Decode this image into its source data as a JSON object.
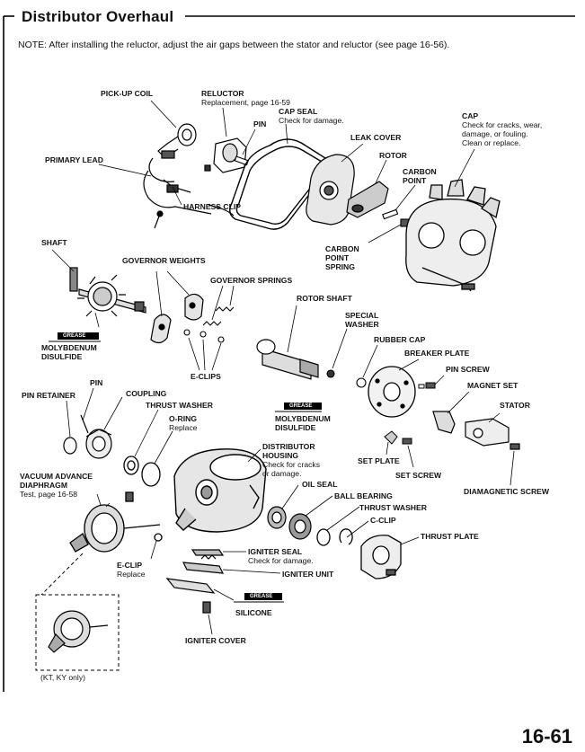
{
  "header": {
    "title": "Distributor Overhaul"
  },
  "note": "NOTE:  After installing the reluctor, adjust the air gaps between the stator and reluctor (see page 16-56).",
  "labels": {
    "pickup_coil": {
      "title": "PICK-UP COIL"
    },
    "reluctor": {
      "title": "RELUCTOR",
      "sub": "Replacement, page 16-59"
    },
    "cap_seal": {
      "title": "CAP SEAL",
      "sub": "Check for damage."
    },
    "pin_top": {
      "title": "PIN"
    },
    "leak_cover": {
      "title": "LEAK COVER"
    },
    "rotor": {
      "title": "ROTOR"
    },
    "cap": {
      "title": "CAP",
      "sub1": "Check for cracks, wear,",
      "sub2": "damage, or fouling.",
      "sub3": "Clean or replace."
    },
    "primary_lead": {
      "title": "PRIMARY LEAD"
    },
    "carbon_point": {
      "title1": "CARBON",
      "title2": "POINT"
    },
    "harness_clip": {
      "title": "HARNESS CLIP"
    },
    "carbon_point_spring": {
      "title1": "CARBON",
      "title2": "POINT",
      "title3": "SPRING"
    },
    "shaft": {
      "title": "SHAFT"
    },
    "governor_weights": {
      "title": "GOVERNOR WEIGHTS"
    },
    "governor_springs": {
      "title": "GOVERNOR SPRINGS"
    },
    "rotor_shaft": {
      "title": "ROTOR SHAFT"
    },
    "special_washer": {
      "title1": "SPECIAL",
      "title2": "WASHER"
    },
    "rubber_cap": {
      "title": "RUBBER CAP"
    },
    "breaker_plate": {
      "title": "BREAKER PLATE"
    },
    "moly_left": {
      "title1": "MOLYBDENUM",
      "title2": "DISULFIDE"
    },
    "e_clips": {
      "title": "E-CLIPS"
    },
    "pin_screw": {
      "title": "PIN SCREW"
    },
    "magnet_set": {
      "title": "MAGNET SET"
    },
    "pin_mid": {
      "title": "PIN"
    },
    "pin_retainer": {
      "title": "PIN RETAINER"
    },
    "coupling": {
      "title": "COUPLING"
    },
    "thrust_washer_top": {
      "title": "THRUST WASHER"
    },
    "moly_right": {
      "title1": "MOLYBDENUM",
      "title2": "DISULFIDE"
    },
    "stator": {
      "title": "STATOR"
    },
    "o_ring": {
      "title": "O-RING",
      "sub": "Replace"
    },
    "distributor_housing": {
      "title1": "DISTRIBUTOR",
      "title2": "HOUSING",
      "sub1": "Check for cracks",
      "sub2": "or damage."
    },
    "set_plate": {
      "title": "SET PLATE"
    },
    "set_screw": {
      "title": "SET SCREW"
    },
    "vacuum_advance": {
      "title1": "VACUUM ADVANCE",
      "title2": "DIAPHRAGM",
      "sub": "Test, page 16-58"
    },
    "diamagnetic_screw": {
      "title": "DIAMAGNETIC SCREW"
    },
    "oil_seal": {
      "title": "OIL SEAL"
    },
    "ball_bearing": {
      "title": "BALL BEARING"
    },
    "thrust_washer_bot": {
      "title": "THRUST WASHER"
    },
    "c_clip": {
      "title": "C-CLIP"
    },
    "thrust_plate": {
      "title": "THRUST PLATE"
    },
    "e_clip": {
      "title": "E-CLIP",
      "sub": "Replace"
    },
    "igniter_seal": {
      "title": "IGNITER SEAL",
      "sub": "Check for damage."
    },
    "igniter_unit": {
      "title": "IGNITER UNIT"
    },
    "silicone": {
      "title": "SILICONE"
    },
    "igniter_cover": {
      "title": "IGNITER COVER"
    }
  },
  "grease_tag": "GREASE",
  "inset_caption": "(KT, KY only)",
  "page_number": "16-61"
}
